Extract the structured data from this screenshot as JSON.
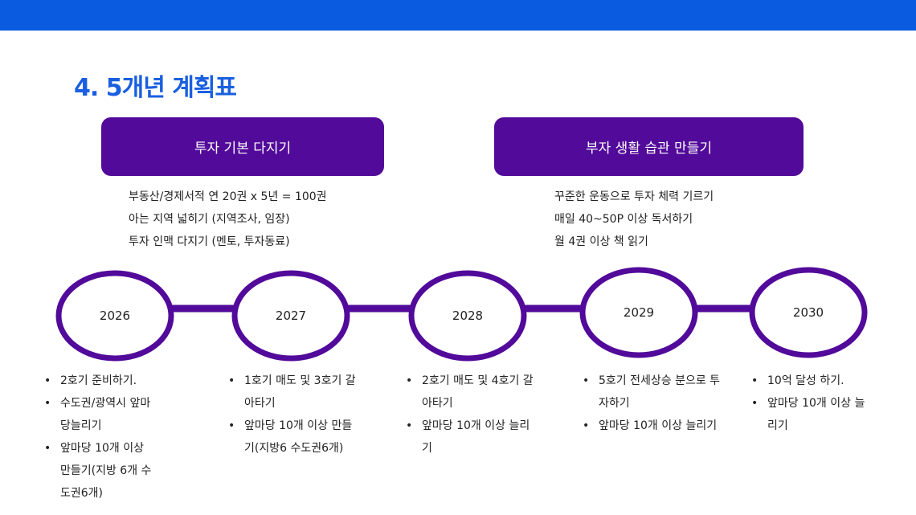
{
  "title": "4. 5개년 계획표",
  "colors": {
    "topbar": "#0b5be0",
    "title": "#1a5fe0",
    "accent": "#520a9a"
  },
  "themes": [
    {
      "label": "투자 기본 다지기",
      "items": [
        "부동산/경제서적  연 20권 x 5년 = 100권",
        "아는 지역 넓히기 (지역조사, 임장)",
        "투자 인맥 다지기 (멘토, 투자동료)"
      ]
    },
    {
      "label": "부자 생활 습관 만들기",
      "items": [
        "꾸준한 운동으로 투자 체력 기르기",
        "매일 40~50P 이상 독서하기",
        "월 4권 이상 책 읽기"
      ]
    }
  ],
  "years": [
    {
      "year": "2026",
      "items": [
        "2호기 준비하기.",
        "수도권/광역시 앞마당늘리기",
        "앞마당 10개 이상 만들기(지방 6개 수도권6개)"
      ]
    },
    {
      "year": "2027",
      "items": [
        "1호기 매도 및 3호기 갈아타기",
        "앞마당 10개 이상 만들기(지방6 수도권6개)"
      ]
    },
    {
      "year": "2028",
      "items": [
        "2호기 매도 및 4호기 갈아타기",
        "앞마당 10개 이상 늘리기"
      ]
    },
    {
      "year": "2029",
      "items": [
        "5호기 전세상승 분으로 투자하기",
        "앞마당 10개 이상 늘리기"
      ]
    },
    {
      "year": "2030",
      "items": [
        "10억 달성 하기.",
        "앞마당 10개 이상 늘리기"
      ]
    }
  ]
}
